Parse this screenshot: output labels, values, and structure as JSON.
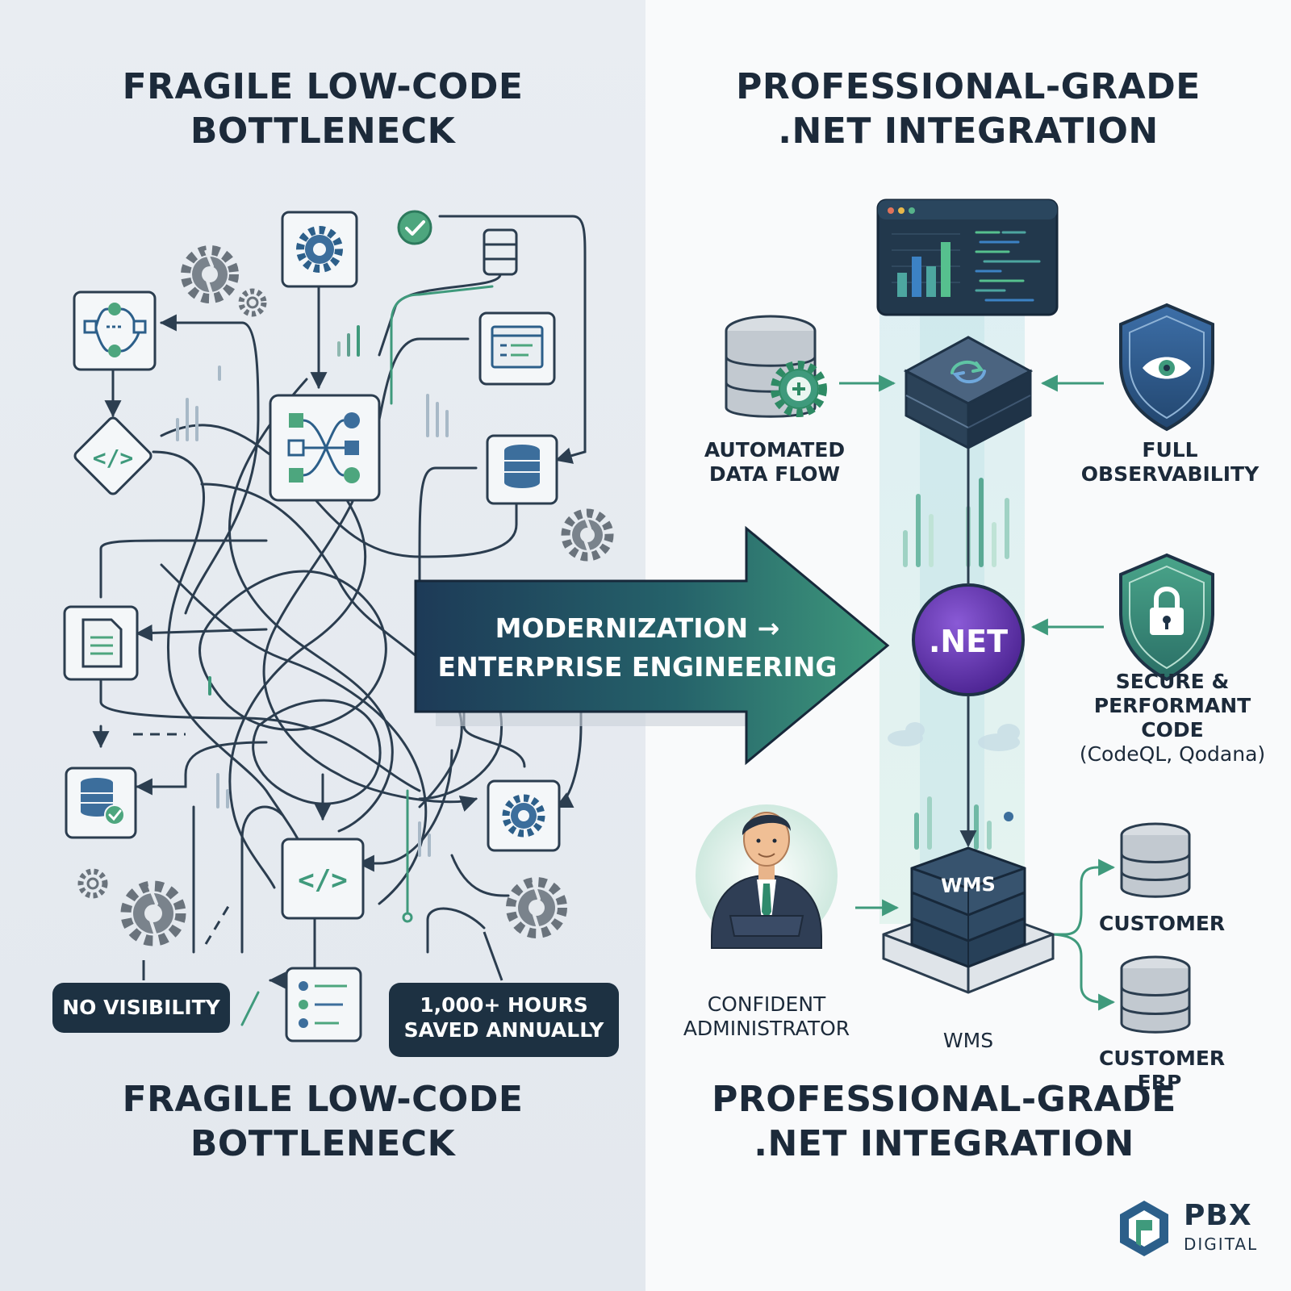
{
  "left_panel": {
    "title_line1": "FRAGILE LOW-CODE",
    "title_line2": "BOTTLENECK",
    "footer_line1": "FRAGILE LOW-CODE",
    "footer_line2": "BOTTLENECK",
    "tag_visibility": "NO VISIBILITY",
    "tag_hours_line1": "1,000+ HOURS",
    "tag_hours_line2": "SAVED ANNUALLY",
    "nodes": [
      "gear-box-icon",
      "check-icon",
      "database-icon",
      "workflow-icon",
      "code-diamond-icon",
      "flow-hub-icon",
      "window-list-icon",
      "database-icon",
      "document-icon",
      "database-check-icon",
      "gear-box-icon",
      "code-icon",
      "checklist-icon",
      "broken-gear-icon"
    ]
  },
  "transition": {
    "line1": "MODERNIZATION →",
    "line2": "ENTERPRISE ENGINEERING",
    "colors": {
      "start": "#1d3a57",
      "end": "#3f9a7c"
    }
  },
  "right_panel": {
    "title_line1": "PROFESSIONAL-GRADE",
    "title_line2": ".NET INTEGRATION",
    "footer_line1": "PROFESSIONAL-GRADE",
    "footer_line2": ".NET INTEGRATION",
    "automated_line1": "AUTOMATED",
    "automated_line2": "DATA FLOW",
    "observability_line1": "FULL",
    "observability_line2": "OBSERVABILITY",
    "secure_line1": "SECURE &",
    "secure_line2": "PERFORMANT CODE",
    "secure_line3": "(CodeQL, Qodana)",
    "net_label": ".NET",
    "wms_top_label": "WMS",
    "wms_bottom_label": "WMS",
    "admin_line1": "CONFIDENT",
    "admin_line2": "ADMINISTRATOR",
    "customer_label": "CUSTOMER",
    "erp_line1": "CUSTOMER",
    "erp_line2": "ERP"
  },
  "brand": {
    "name": "PBX",
    "sub": "DIGITAL"
  },
  "colors": {
    "navy": "#1d3142",
    "green": "#3f9a7c",
    "purple": "#5a2ea6",
    "text": "#1c2a3a"
  }
}
